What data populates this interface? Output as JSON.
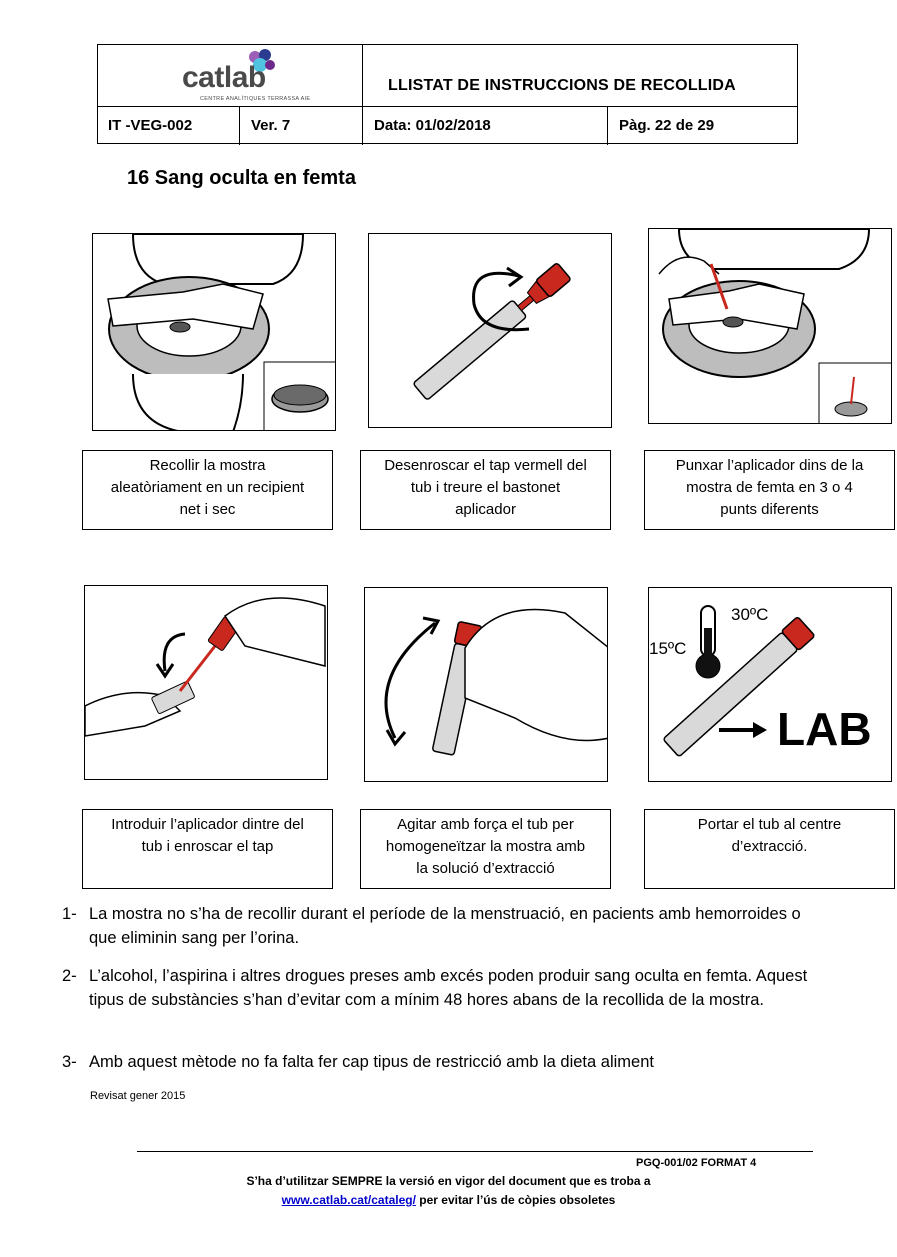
{
  "header": {
    "logo_text": "catlab",
    "logo_subtitle": "CENTRE ANALÍTIQUES TERRASSA AIE",
    "doc_title": "LLISTAT DE INSTRUCCIONS DE RECOLLIDA",
    "code": "IT -VEG-002",
    "version": "Ver. 7",
    "date": "Data: 01/02/2018",
    "page": "Pàg. 22 de 29"
  },
  "section_title": "16  Sang oculta en femta",
  "steps": [
    {
      "lines": [
        "Recollir la mostra",
        "aleatòriament en un recipient",
        "net i sec"
      ]
    },
    {
      "lines": [
        "Desenroscar el tap vermell del",
        "tub i treure el bastonet",
        "aplicador"
      ]
    },
    {
      "lines": [
        "Punxar l’aplicador dins de la",
        "mostra de femta en 3 o 4",
        "punts diferents"
      ]
    },
    {
      "lines": [
        "Introduir l’aplicador dintre del",
        "tub i enroscar el tap"
      ]
    },
    {
      "lines": [
        "Agitar amb força el tub per",
        "homogeneïtzar la mostra amb",
        "la solució d’extracció"
      ]
    },
    {
      "lines": [
        "Portar el tub al centre",
        "d’extracció."
      ]
    }
  ],
  "figure6": {
    "temp_high": "30ºC",
    "temp_low": "15ºC",
    "lab": "LAB"
  },
  "notes": [
    {
      "num": "1-",
      "text": "La mostra no s’ha de recollir durant el període de la menstruació, en pacients amb hemorroides o que eliminin sang per l’orina."
    },
    {
      "num": "2-",
      "text": "L’alcohol, l’aspirina i altres drogues preses amb excés poden produir sang oculta en femta. Aquest tipus de substàncies s’han d’evitar com a mínim 48 hores abans de la recollida de la mostra."
    },
    {
      "num": "3-",
      "text": " Amb aquest mètode no fa falta fer cap tipus de restricció amb la dieta aliment"
    }
  ],
  "revisat": "Revisat gener 2015",
  "footer": {
    "format": "PGQ-001/02 FORMAT 4",
    "line1": "S’ha d’utilitzar SEMPRE la versió en vigor del document que es troba a",
    "link": "www.catlab.cat/cataleg/",
    "line2_rest": " per evitar l’ús de còpies obsoletes"
  },
  "colors": {
    "red_cap": "#c8281e",
    "gray_seat": "#bdbdbd",
    "tube": "#d9d9d9"
  }
}
